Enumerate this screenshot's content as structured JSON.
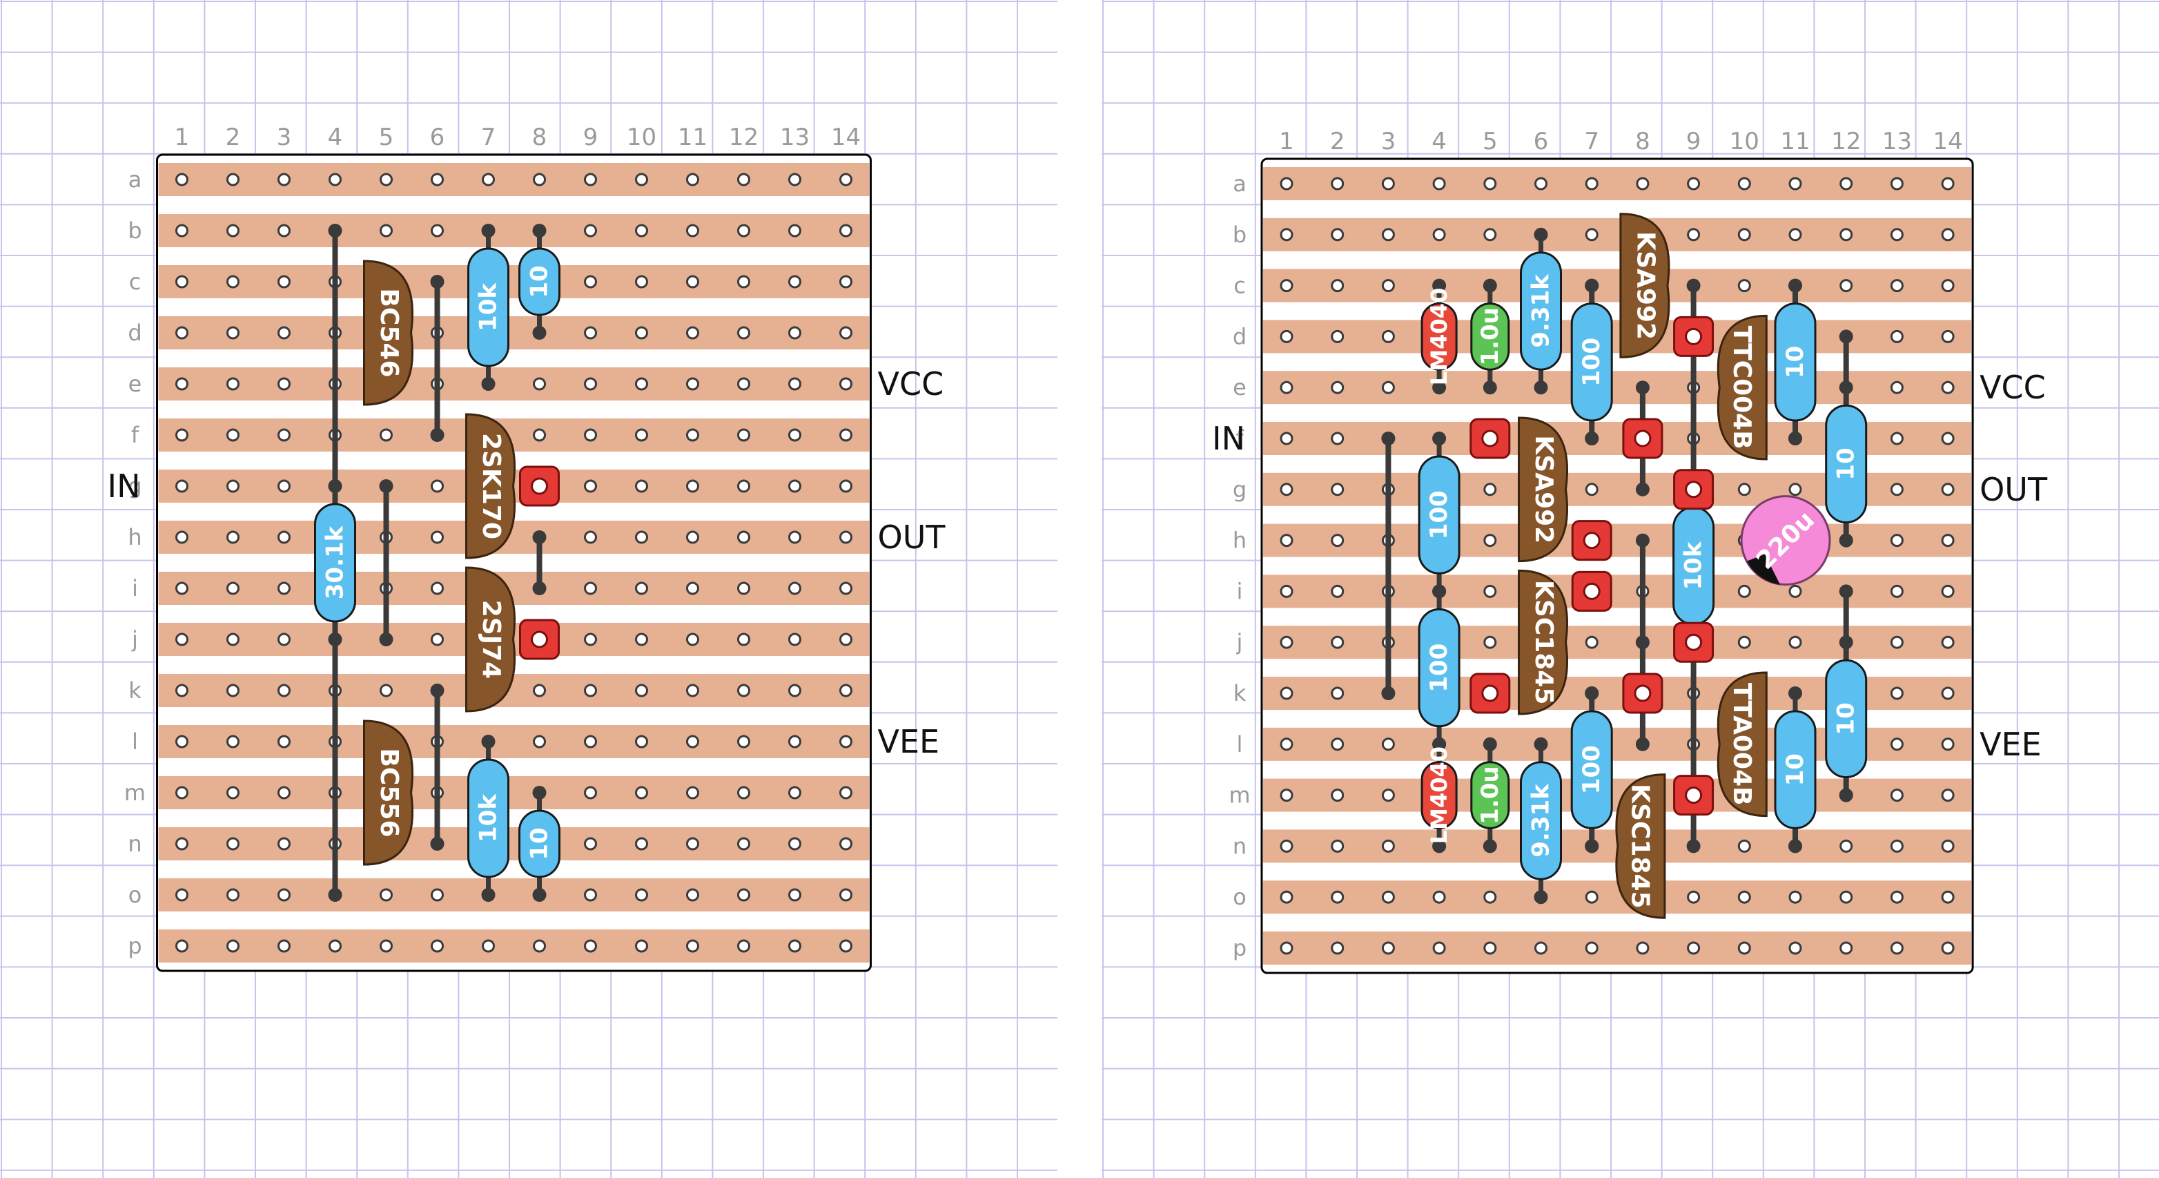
{
  "colors": {
    "page": "#ffffff",
    "grid": "#c8c2ee",
    "board": "#ffffff",
    "strip": "#e6b193",
    "hole_stroke": "#3b3b3b",
    "resistor": "#5bc0f0",
    "transistor": "#86552a",
    "link": "#3a3a3a",
    "pad": "#e53935",
    "ref_chip": "#e8483a",
    "cap_green": "#5cc454",
    "cap_pink": "#f48ad8",
    "cut": "#f0523a",
    "label": "#111111",
    "header_text": "#9a9a9a"
  },
  "boards": [
    {
      "id": "left",
      "columns": [
        "1",
        "2",
        "3",
        "4",
        "5",
        "6",
        "7",
        "8",
        "9",
        "10",
        "11",
        "12",
        "13",
        "14"
      ],
      "rows": [
        "a",
        "b",
        "c",
        "d",
        "e",
        "f",
        "g",
        "h",
        "i",
        "j",
        "k",
        "l",
        "m",
        "n",
        "o",
        "p"
      ],
      "side_labels": [
        {
          "text": "VCC",
          "row": "e",
          "side": "right"
        },
        {
          "text": "IN",
          "row": "g",
          "side": "left"
        },
        {
          "text": "OUT",
          "row": "h",
          "side": "right"
        },
        {
          "text": "VEE",
          "row": "l",
          "side": "right"
        }
      ],
      "links": [
        {
          "col": 4,
          "from": "b",
          "to": "o"
        },
        {
          "col": 6,
          "from": "c",
          "to": "f"
        },
        {
          "col": 5,
          "from": "g",
          "to": "j"
        },
        {
          "col": 8,
          "from": "h",
          "to": "i"
        },
        {
          "col": 6,
          "from": "k",
          "to": "n"
        }
      ],
      "resistors": [
        {
          "label": "10k",
          "col": 7,
          "from": "b",
          "to": "e"
        },
        {
          "label": "10",
          "col": 8,
          "from": "b",
          "to": "d"
        },
        {
          "label": "30.1k",
          "col": 4,
          "from": "g",
          "to": "j"
        },
        {
          "label": "10k",
          "col": 7,
          "from": "l",
          "to": "o"
        },
        {
          "label": "10",
          "col": 8,
          "from": "m",
          "to": "o"
        }
      ],
      "caps": [],
      "refs": [],
      "transistors": [
        {
          "label": "BC546",
          "col": 5,
          "from": "c",
          "to": "e",
          "curve": "right"
        },
        {
          "label": "2SK170",
          "col": 7,
          "from": "f",
          "to": "h",
          "curve": "right"
        },
        {
          "label": "2SJ74",
          "col": 7,
          "from": "i",
          "to": "k",
          "curve": "right"
        },
        {
          "label": "BC556",
          "col": 5,
          "from": "l",
          "to": "n",
          "curve": "right"
        }
      ],
      "pads": [
        {
          "col": 8,
          "row": "g"
        },
        {
          "col": 8,
          "row": "j"
        }
      ],
      "electrolytics": []
    },
    {
      "id": "right",
      "columns": [
        "1",
        "2",
        "3",
        "4",
        "5",
        "6",
        "7",
        "8",
        "9",
        "10",
        "11",
        "12",
        "13",
        "14"
      ],
      "rows": [
        "a",
        "b",
        "c",
        "d",
        "e",
        "f",
        "g",
        "h",
        "i",
        "j",
        "k",
        "l",
        "m",
        "n",
        "o",
        "p"
      ],
      "side_labels": [
        {
          "text": "VCC",
          "row": "e",
          "side": "right"
        },
        {
          "text": "IN",
          "row": "f",
          "side": "left"
        },
        {
          "text": "OUT",
          "row": "g",
          "side": "right"
        },
        {
          "text": "VEE",
          "row": "l",
          "side": "right"
        }
      ],
      "links": [
        {
          "col": 3,
          "from": "f",
          "to": "k"
        },
        {
          "col": 9,
          "from": "c",
          "to": "n"
        },
        {
          "col": 8,
          "from": "e",
          "to": "g"
        },
        {
          "col": 8,
          "from": "h",
          "to": "j"
        },
        {
          "col": 8,
          "from": "j",
          "to": "l"
        },
        {
          "col": 11,
          "from": "c",
          "to": "f"
        },
        {
          "col": 11,
          "from": "l",
          "to": "n"
        },
        {
          "col": 12,
          "from": "d",
          "to": "h"
        },
        {
          "col": 12,
          "from": "i",
          "to": "m"
        },
        {
          "col": 7,
          "from": "c",
          "to": "f"
        },
        {
          "col": 7,
          "from": "k",
          "to": "n"
        }
      ],
      "resistors": [
        {
          "label": "9.31k",
          "col": 6,
          "from": "b",
          "to": "e"
        },
        {
          "label": "100",
          "col": 7,
          "from": "c",
          "to": "f"
        },
        {
          "label": "10",
          "col": 11,
          "from": "c",
          "to": "f"
        },
        {
          "label": "10",
          "col": 12,
          "from": "e",
          "to": "h"
        },
        {
          "label": "100",
          "col": 4,
          "from": "f",
          "to": "i"
        },
        {
          "label": "10k",
          "col": 9,
          "from": "g",
          "to": "j"
        },
        {
          "label": "100",
          "col": 4,
          "from": "i",
          "to": "l"
        },
        {
          "label": "10",
          "col": 12,
          "from": "j",
          "to": "m"
        },
        {
          "label": "100",
          "col": 7,
          "from": "k",
          "to": "n"
        },
        {
          "label": "10",
          "col": 11,
          "from": "k",
          "to": "n"
        },
        {
          "label": "9.31k",
          "col": 6,
          "from": "l",
          "to": "o"
        }
      ],
      "caps": [
        {
          "label": "1.0u",
          "col": 5,
          "from": "c",
          "to": "e"
        },
        {
          "label": "1.0u",
          "col": 5,
          "from": "l",
          "to": "n"
        }
      ],
      "refs": [
        {
          "label": "LM4040",
          "col": 4,
          "from": "c",
          "to": "e"
        },
        {
          "label": "LM4040",
          "col": 4,
          "from": "l",
          "to": "n"
        }
      ],
      "transistors": [
        {
          "label": "KSA992",
          "col": 8,
          "from": "b",
          "to": "d",
          "curve": "right"
        },
        {
          "label": "TTC004B",
          "col": 10,
          "from": "d",
          "to": "f",
          "curve": "left"
        },
        {
          "label": "KSA992",
          "col": 6,
          "from": "f",
          "to": "h",
          "curve": "right"
        },
        {
          "label": "KSC1845",
          "col": 6,
          "from": "i",
          "to": "k",
          "curve": "right"
        },
        {
          "label": "TTA004B",
          "col": 10,
          "from": "k",
          "to": "m",
          "curve": "left"
        },
        {
          "label": "KSC1845",
          "col": 8,
          "from": "m",
          "to": "o",
          "curve": "left"
        }
      ],
      "pads": [
        {
          "col": 5,
          "row": "f"
        },
        {
          "col": 8,
          "row": "f"
        },
        {
          "col": 9,
          "row": "d"
        },
        {
          "col": 9,
          "row": "g"
        },
        {
          "col": 7,
          "row": "h"
        },
        {
          "col": 7,
          "row": "i"
        },
        {
          "col": 9,
          "row": "j"
        },
        {
          "col": 5,
          "row": "k"
        },
        {
          "col": 8,
          "row": "k"
        },
        {
          "col": 9,
          "row": "m"
        }
      ],
      "electrolytics": [
        {
          "label": "220u",
          "col": 11,
          "row": "h"
        }
      ]
    }
  ]
}
